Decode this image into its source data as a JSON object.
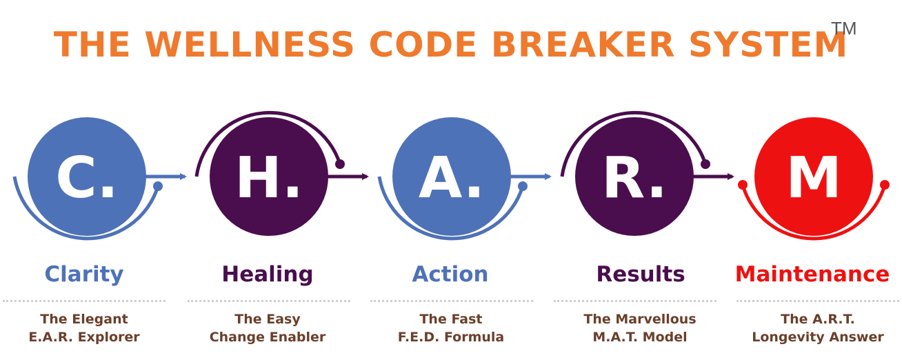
{
  "title": "THE WELLNESS CODE BREAKER SYSTEM",
  "trademark": "TM",
  "colors": {
    "title": "#ef7a2d",
    "blue": "#4e72b8",
    "purple": "#4a0d4e",
    "red": "#ee1111",
    "desc": "#6b3f2a"
  },
  "steps": [
    {
      "letter": "C.",
      "label": "Clarity",
      "desc_line1": "The Elegant",
      "desc_line2": "E.A.R. Explorer",
      "color": "#4e72b8"
    },
    {
      "letter": "H.",
      "label": "Healing",
      "desc_line1": "The Easy",
      "desc_line2": "Change Enabler",
      "color": "#4a0d4e"
    },
    {
      "letter": "A.",
      "label": "Action",
      "desc_line1": "The Fast",
      "desc_line2": "F.E.D. Formula",
      "color": "#4e72b8"
    },
    {
      "letter": "R.",
      "label": "Results",
      "desc_line1": "The Marvellous",
      "desc_line2": "M.A.T. Model",
      "color": "#4a0d4e"
    },
    {
      "letter": "M",
      "label": "Maintenance",
      "desc_line1": "The A.R.T.",
      "desc_line2": "Longevity Answer",
      "color": "#ee1111"
    }
  ]
}
